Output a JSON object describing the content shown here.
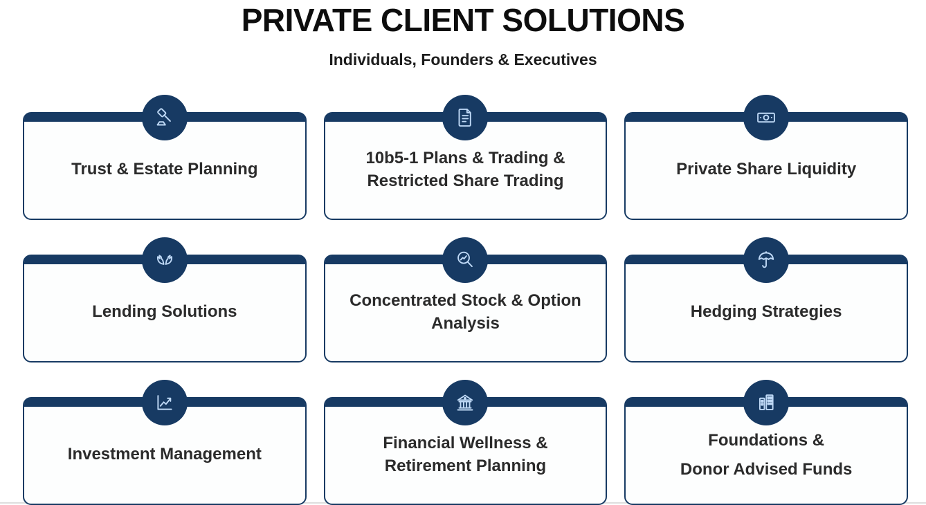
{
  "header": {
    "title": "PRIVATE CLIENT SOLUTIONS",
    "subtitle": "Individuals, Founders & Executives"
  },
  "colors": {
    "navy": "#173a63",
    "icon_stroke": "#bfd9f6",
    "card_text": "#2b2b2b",
    "title_text": "#0d0d0d",
    "divider": "#dedede"
  },
  "cards": [
    {
      "label": "Trust & Estate Planning",
      "icon": "gavel-icon"
    },
    {
      "label": "10b5-1 Plans & Trading &\nRestricted Share Trading",
      "icon": "document-icon"
    },
    {
      "label": "Private Share Liquidity",
      "icon": "banknote-icon"
    },
    {
      "label": "Lending Solutions",
      "icon": "hands-icon"
    },
    {
      "label": "Concentrated Stock & Option\nAnalysis",
      "icon": "magnifier-trend-icon"
    },
    {
      "label": "Hedging Strategies",
      "icon": "umbrella-icon"
    },
    {
      "label": "Investment Management",
      "icon": "line-chart-icon"
    },
    {
      "label": "Financial Wellness &\nRetirement Planning",
      "icon": "bank-icon"
    },
    {
      "label": "Foundations &\nDonor Advised Funds",
      "icon": "buildings-icon"
    }
  ]
}
